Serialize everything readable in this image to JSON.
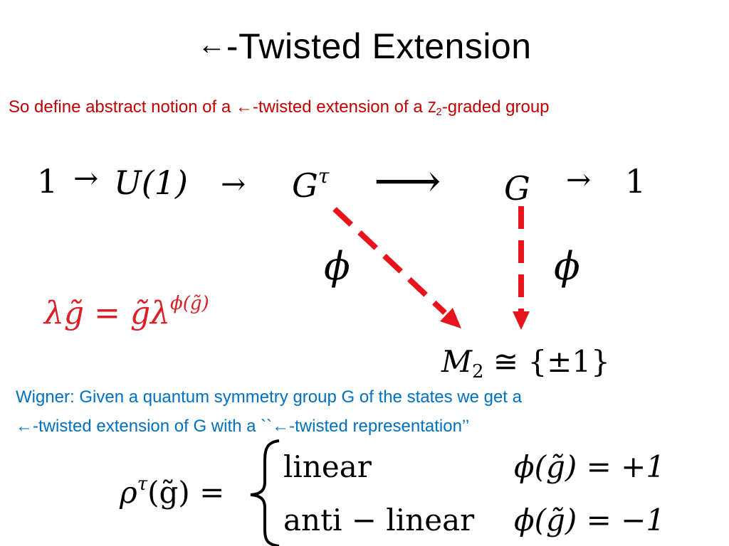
{
  "title": {
    "arrow": "←",
    "text": "-Twisted Extension"
  },
  "subtitle": {
    "before": "So define abstract notion of a ",
    "arrow": "←",
    "middle": "-twisted extension of a ",
    "z": "Z",
    "zsub": "2",
    "after": "-graded group"
  },
  "sequence": {
    "one_left": "1",
    "arrow1": "→",
    "u1": "U(1)",
    "arrow2": "→",
    "g_tau_base": "G",
    "g_tau_sup": "τ",
    "arrow_long": "⟶",
    "g": "G",
    "arrow3": "→",
    "one_right": "1"
  },
  "phi_left": "ϕ",
  "phi_right": "ϕ",
  "relation": {
    "lhs": "λg̃",
    "eq": "=",
    "rhs": "g̃λ",
    "exp": "ϕ(g̃)"
  },
  "target": {
    "m": "M",
    "msub": "2",
    "rest": "≅ {±1}"
  },
  "wigner": {
    "line1": "Wigner: Given a quantum symmetry group G of the states we get a",
    "line2_arrow": "←",
    "line2_mid": "-twisted extension of G with a ``",
    "line2_arrow2": "←",
    "line2_end": "-twisted representation’’"
  },
  "rho": {
    "lhs_base": "ρ",
    "lhs_sup": "τ",
    "lhs_arg": "(g̃) =",
    "case1_label": "linear",
    "case1_cond": "ϕ(g̃) = +1",
    "case2_label": "anti − linear",
    "case2_cond": "ϕ(g̃) = −1"
  },
  "colors": {
    "red": "#c00000",
    "blue": "#0070c0",
    "arrow_red": "#e8141b",
    "formula_red": "#d92026"
  }
}
